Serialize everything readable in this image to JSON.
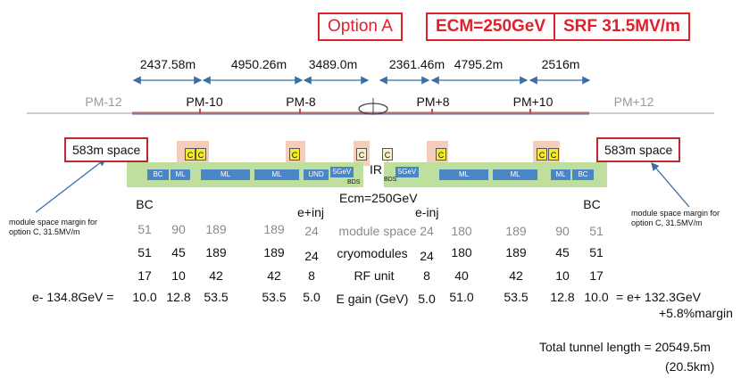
{
  "header": {
    "option": "Option A",
    "ecm": "ECM=250GeV",
    "srf": "SRF 31.5MV/m"
  },
  "distances": [
    "2437.58m",
    "4950.26m",
    "3489.0m",
    "2361.46m",
    "4795.2m",
    "2516m"
  ],
  "pm_labels": [
    "PM-12",
    "PM-10",
    "PM-8",
    "PM+8",
    "PM+10",
    "PM+12"
  ],
  "space_left": "583m space",
  "space_right": "583m space",
  "margin_note_left": "module space margin for option C, 31.5MV/m",
  "margin_note_right": "module space margin for option C, 31.5MV/m",
  "section_blocks": [
    "BC",
    "ML",
    "ML",
    "ML",
    "UND",
    "5GeV",
    "5GeV",
    "ML",
    "ML",
    "ML",
    "BC"
  ],
  "cryo_boxes": [
    "C",
    "C",
    "C",
    "C",
    "C",
    "C",
    "C",
    "C"
  ],
  "small_labels": {
    "bds_left": "BDS",
    "bds_right": "BDS",
    "ir": "IR",
    "ecm_center": "Ecm=250GeV"
  },
  "column_headers": {
    "bc_left": "BC",
    "e_plus_inj": "e+inj",
    "e_minus_inj": "e-inj",
    "bc_right": "BC"
  },
  "rows": {
    "module_space": {
      "label": "module space",
      "left": [
        "51",
        "90",
        "189",
        "189",
        "24"
      ],
      "right": [
        "24",
        "180",
        "189",
        "90",
        "51"
      ]
    },
    "cryomodules": {
      "label": "cryomodules",
      "left": [
        "51",
        "45",
        "189",
        "189",
        "24"
      ],
      "right": [
        "24",
        "180",
        "189",
        "45",
        "51"
      ]
    },
    "rf_unit": {
      "label": "RF unit",
      "left": [
        "17",
        "10",
        "42",
        "42",
        "8"
      ],
      "right": [
        "8",
        "40",
        "42",
        "10",
        "17"
      ]
    },
    "e_gain": {
      "label": "E gain (GeV)",
      "left": [
        "10.0",
        "12.8",
        "53.5",
        "53.5",
        "5.0"
      ],
      "right": [
        "5.0",
        "51.0",
        "53.5",
        "12.8",
        "10.0"
      ]
    }
  },
  "e_minus_total": "e- 134.8GeV =",
  "e_plus_total": "= e+ 132.3GeV",
  "margin_total": "+5.8%margin",
  "total_tunnel": "Total tunnel length = 20549.5m",
  "total_km": "(20.5km)",
  "colors": {
    "red": "#e0202a",
    "arrow_blue": "#3a6ea5",
    "green_band": "#bfdf9f",
    "blue_block": "#4a86c6",
    "yellow_c": "#f4ec2a",
    "pink": "#f6cdbb"
  }
}
